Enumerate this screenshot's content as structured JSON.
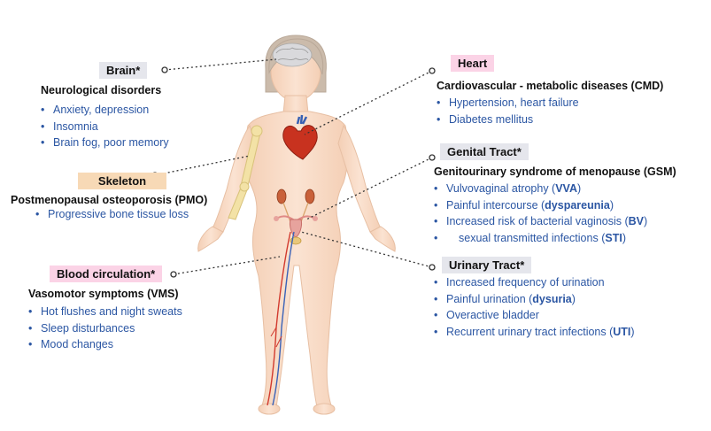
{
  "brain": {
    "label": "Brain*",
    "heading": "Neurological disorders",
    "items": [
      "Anxiety, depression",
      "Insomnia",
      "Brain fog, poor memory"
    ]
  },
  "heart": {
    "label": "Heart",
    "heading": "Cardiovascular - metabolic diseases (CMD)",
    "items": [
      "Hypertension, heart failure",
      "Diabetes mellitus"
    ]
  },
  "skeleton": {
    "label": "Skeleton",
    "heading": "Postmenopausal osteoporosis (PMO)",
    "items": [
      "Progressive bone tissue loss"
    ]
  },
  "genital": {
    "label": "Genital Tract*",
    "heading": "Genitourinary syndrome of menopause (GSM)",
    "items": [
      {
        "pre": "Vulvovaginal atrophy (",
        "em": "VVA",
        "post": ")"
      },
      {
        "pre": "Painful intercourse (",
        "em": "dyspareunia",
        "post": ")"
      },
      {
        "pre": "Increased risk of bacterial vaginosis (",
        "em": "BV",
        "post": ")"
      },
      {
        "pre": "sexual transmitted infections (",
        "em": "STI",
        "post": ")"
      }
    ]
  },
  "urinary": {
    "label": "Urinary Tract*",
    "items": [
      {
        "pre": "Increased frequency of urination",
        "em": "",
        "post": ""
      },
      {
        "pre": "Painful urination (",
        "em": "dysuria",
        "post": ")"
      },
      {
        "pre": "Overactive bladder",
        "em": "",
        "post": ""
      },
      {
        "pre": "Recurrent urinary tract infections (",
        "em": "UTI",
        "post": ")"
      }
    ]
  },
  "blood": {
    "label": "Blood circulation*",
    "heading": "Vasomotor symptoms (VMS)",
    "items": [
      "Hot flushes and night sweats",
      "Sleep disturbances",
      "Mood changes"
    ]
  },
  "colors": {
    "pink_tag": "#fbd3e6",
    "grey_tag": "#e5e6ec",
    "peach_tag": "#f7d9b6",
    "item_text": "#2b56a3",
    "skin": "#f8dcc6",
    "hair": "#c9b8a8"
  }
}
